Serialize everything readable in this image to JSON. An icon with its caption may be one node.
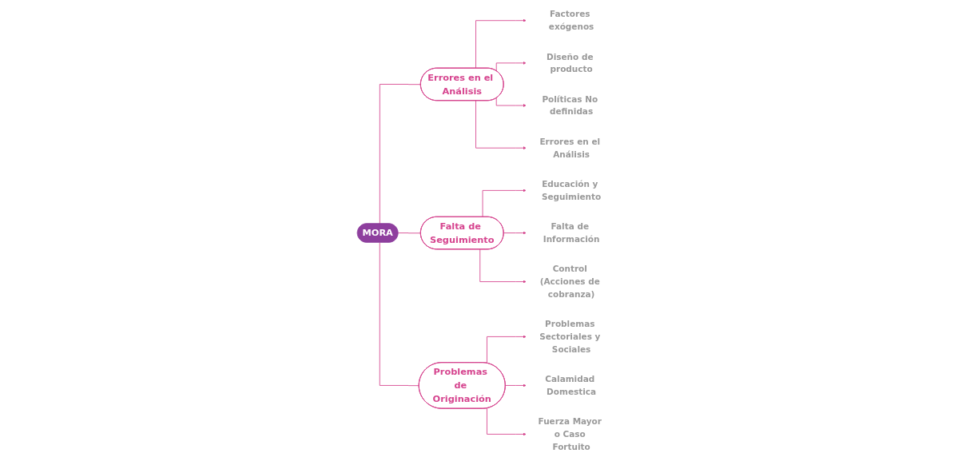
{
  "diagram": {
    "nodes": [
      {
        "text": [
          "MORA"
        ]
      },
      {
        "text": [
          "Errores en el Análisis"
        ]
      },
      {
        "text": [
          "Falta de Seguimiento"
        ]
      },
      {
        "text": [
          "Problemas de Originación"
        ]
      },
      {
        "text": [
          "Factores exógenos"
        ]
      },
      {
        "text": [
          "Diseño de producto"
        ]
      },
      {
        "text": [
          "Políticas No definidas"
        ]
      },
      {
        "text": [
          "Errores en el Análisis"
        ]
      },
      {
        "text": [
          "Educación y Seguimiento"
        ]
      },
      {
        "text": [
          "Falta de Información"
        ]
      },
      {
        "text": [
          "Control (Acciones de cobranza)"
        ]
      },
      {
        "text": [
          "Problemas Sectoriales y Sociales"
        ]
      },
      {
        "text": [
          "Calamidad Domestica"
        ]
      },
      {
        "text": [
          "Fuerza Mayor o Caso Fortuito"
        ]
      }
    ],
    "edges": [
      {
        "from": 0,
        "to": 1,
        "arrow": "none"
      },
      {
        "from": 0,
        "to": 2,
        "arrow": "none"
      },
      {
        "from": 0,
        "to": 3,
        "arrow": "none"
      },
      {
        "from": 1,
        "to": 4,
        "arrow": "to"
      },
      {
        "from": 1,
        "to": 5,
        "arrow": "to"
      },
      {
        "from": 1,
        "to": 6,
        "arrow": "to"
      },
      {
        "from": 1,
        "to": 7,
        "arrow": "to"
      },
      {
        "from": 2,
        "to": 8,
        "arrow": "to"
      },
      {
        "from": 2,
        "to": 9,
        "arrow": "to"
      },
      {
        "from": 2,
        "to": 10,
        "arrow": "to"
      },
      {
        "from": 3,
        "to": 11,
        "arrow": "to"
      },
      {
        "from": 3,
        "to": 12,
        "arrow": "to"
      },
      {
        "from": 3,
        "to": 13,
        "arrow": "to"
      }
    ]
  }
}
